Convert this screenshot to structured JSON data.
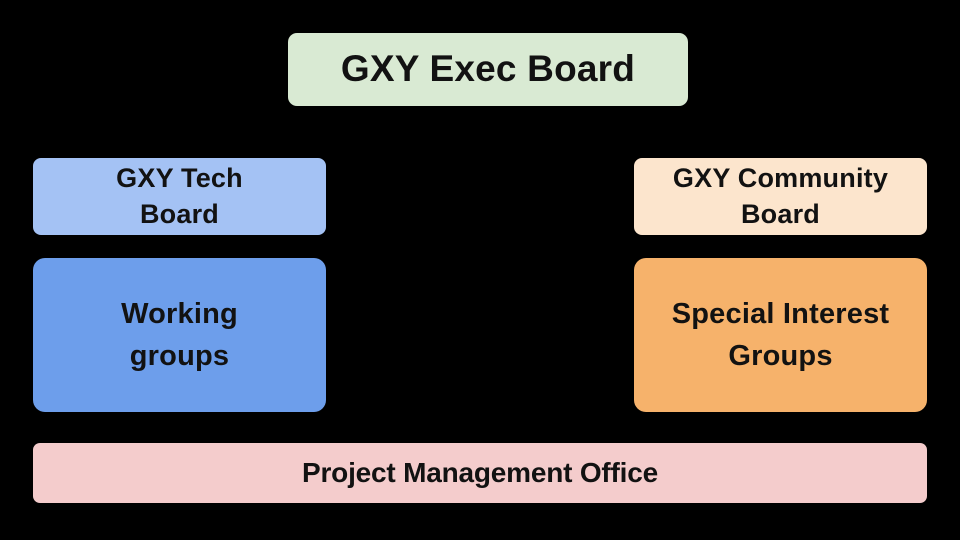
{
  "page": {
    "background_color": "#000000",
    "text_color": "#121212"
  },
  "diagram": {
    "type": "org-chart",
    "nodes": [
      {
        "id": "exec-board",
        "label": "GXY Exec Board",
        "color": "#d9ead3",
        "row": "top"
      },
      {
        "id": "tech-board",
        "label": "GXY Tech\nBoard",
        "color": "#a4c2f4",
        "row": "middle-left"
      },
      {
        "id": "community-board",
        "label": "GXY Community\nBoard",
        "color": "#fce5cd",
        "row": "middle-right"
      },
      {
        "id": "working-groups",
        "label": "Working\ngroups",
        "color": "#6d9eeb",
        "row": "lower-left"
      },
      {
        "id": "special-interest-groups",
        "label": "Special Interest\nGroups",
        "color": "#f6b26b",
        "row": "lower-right"
      },
      {
        "id": "project-management-office",
        "label": "Project Management Office",
        "color": "#f4cccc",
        "row": "bottom"
      }
    ],
    "connectors": []
  }
}
